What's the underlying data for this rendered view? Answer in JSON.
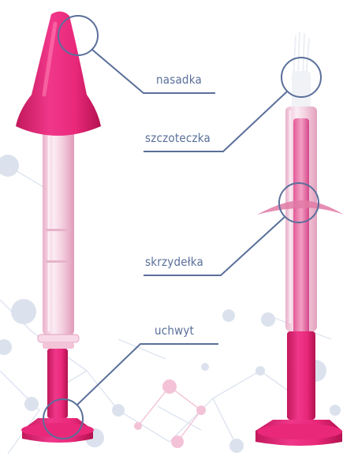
{
  "labels": {
    "tip": "nasadka",
    "brush": "szczoteczka",
    "wings": "skrzydełka",
    "handle": "uchwyt"
  },
  "colors": {
    "accent": "#e9287a",
    "accent_dark": "#c2185b",
    "callout": "#5a6f9a",
    "tube": "#f3cddd",
    "molecule_blue": "#c9d3e6",
    "molecule_pink": "#f2b8d0"
  },
  "illustration": {
    "left_device": "applicator-with-nasal-tip",
    "right_device": "applicator-with-brush"
  }
}
